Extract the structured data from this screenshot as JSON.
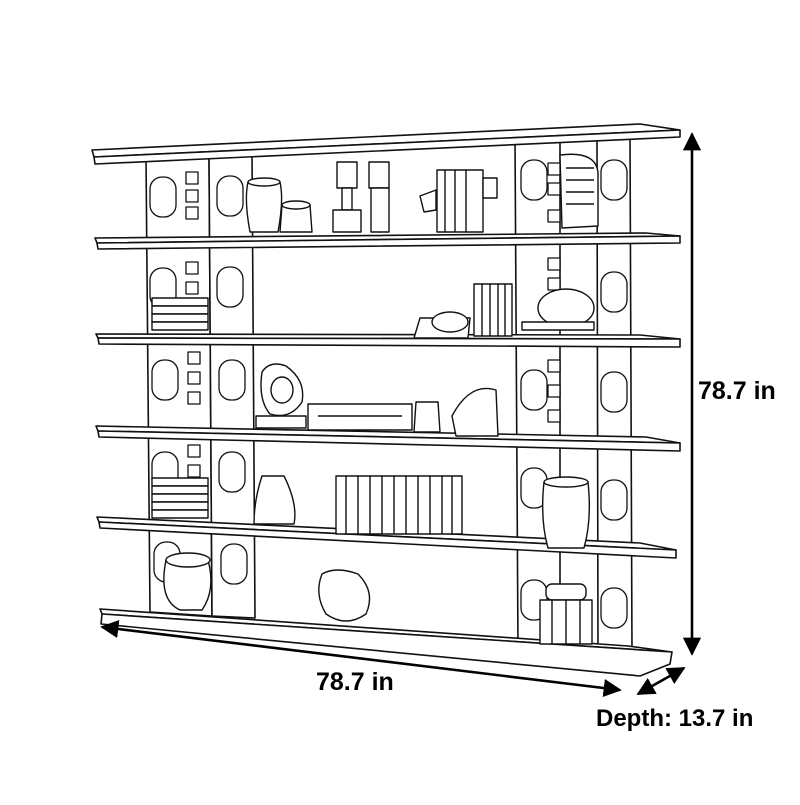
{
  "dimensions": {
    "height": "78.7 in",
    "width": "78.7 in",
    "depth": "Depth: 13.7 in"
  },
  "product": {
    "shelf_levels": 6,
    "line_color": "#111111",
    "background": "#ffffff"
  }
}
